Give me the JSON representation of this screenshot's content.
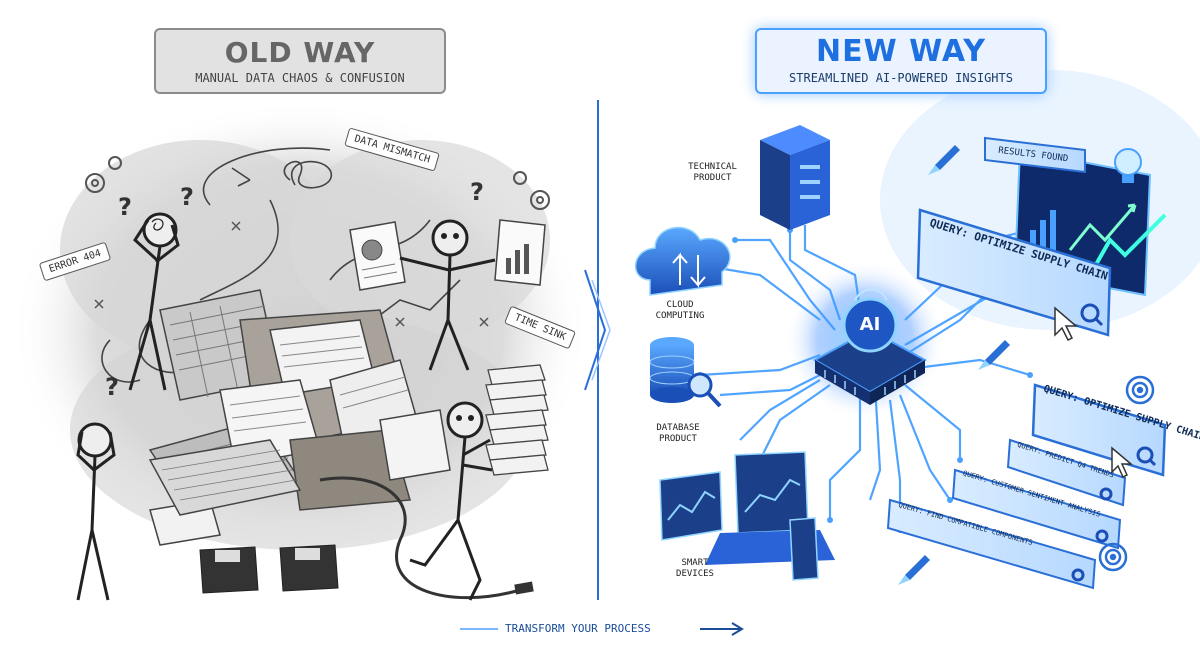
{
  "old_way": {
    "title": "OLD WAY",
    "subtitle": "MANUAL DATA CHAOS & CONFUSION",
    "tags": {
      "mismatch": "DATA MISMATCH",
      "error": "ERROR 404",
      "time": "TIME SINK"
    }
  },
  "new_way": {
    "title": "NEW WAY",
    "subtitle": "STREAMLINED AI-POWERED INSIGHTS",
    "ai_label": "AI",
    "sources": {
      "technical": "TECHNICAL PRODUCT",
      "cloud": "CLOUD COMPUTING",
      "database": "DATABASE PRODUCT",
      "devices": "SMART DEVICES"
    },
    "results_label": "RESULTS FOUND",
    "queries": [
      "QUERY: OPTIMIZE SUPPLY CHAIN",
      "QUERY: OPTIMIZE SUPPLY CHAIN",
      "QUERY: PREDICT Q4 TRENDS",
      "QUERY: CUSTOMER SENTIMENT ANALYSIS",
      "QUERY: FIND COMPATIBLE COMPONENTS"
    ]
  },
  "footer": {
    "label": "TRANSFORM YOUR PROCESS"
  },
  "colors": {
    "accent_blue": "#1e6fe0",
    "glow_blue": "#4aa0ff",
    "sketch_gray": "#555555"
  }
}
